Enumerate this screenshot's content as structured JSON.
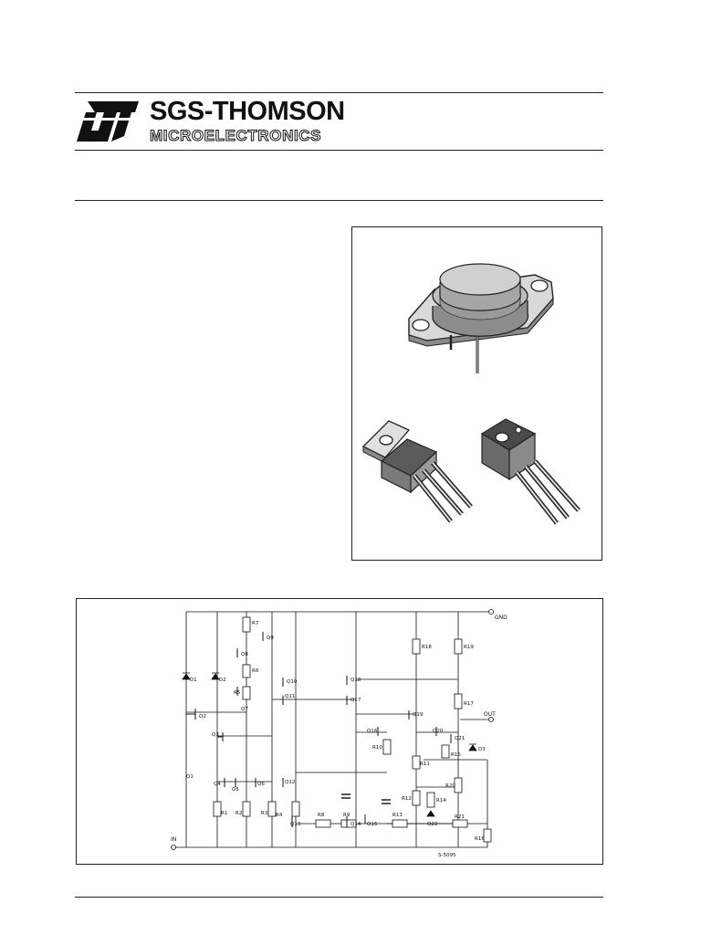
{
  "header": {
    "brand_name": "SGS-THOMSON",
    "brand_sub": "MICROELECTRONICS",
    "logo_text": "ST"
  },
  "packages": {
    "items": [
      "to3-package",
      "to220-package",
      "isowatt220-package"
    ]
  },
  "schematic": {
    "pins": {
      "gnd": "GND",
      "out": "OUT",
      "in": "IN"
    },
    "code": "S-5095",
    "transistors": [
      "Q1",
      "Q2",
      "Q3",
      "Q4",
      "Q5",
      "Q6",
      "Q7",
      "Q8",
      "Q9",
      "Q10",
      "Q11",
      "Q12",
      "Q13",
      "Q14",
      "Q15",
      "Q16",
      "Q17",
      "Q18",
      "Q19",
      "Q20",
      "Q21",
      "Q22"
    ],
    "resistors": [
      "R1",
      "R2",
      "R3",
      "R4",
      "R5",
      "R6",
      "R7",
      "R8",
      "R9",
      "R10",
      "R11",
      "R12",
      "R13",
      "R14",
      "R15",
      "R16",
      "R17",
      "R18",
      "R19",
      "R20",
      "R21"
    ],
    "diodes": [
      "D1",
      "D2",
      "D3"
    ]
  },
  "colors": {
    "ink": "#111111",
    "paper": "#ffffff",
    "metal_light": "#c8c8c8",
    "metal_dark": "#6a6a6a"
  }
}
